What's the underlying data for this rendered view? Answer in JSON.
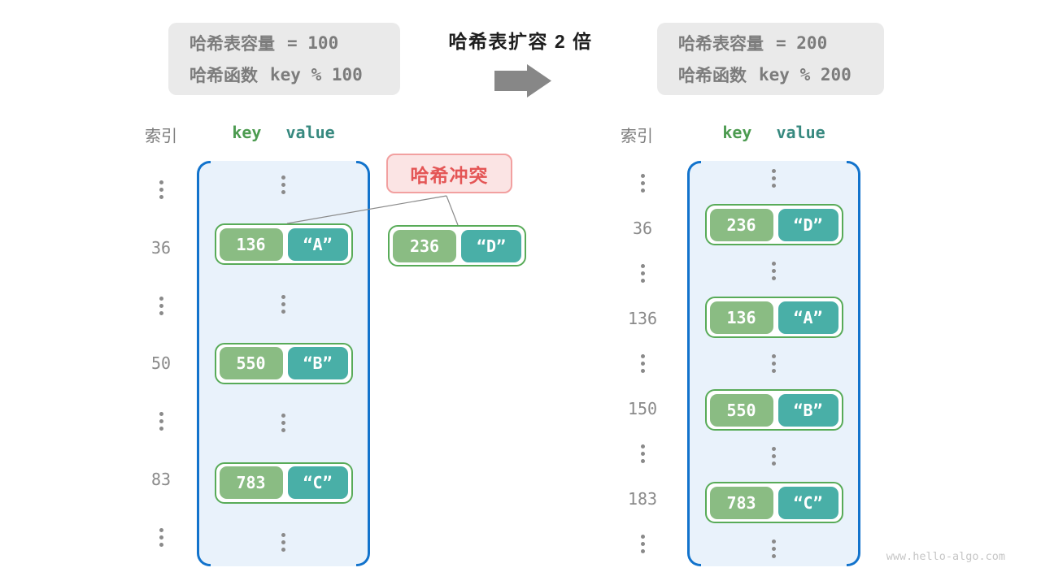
{
  "transform": {
    "title": "哈希表扩容 2 倍"
  },
  "collision": {
    "label": "哈希冲突",
    "pair": {
      "key": "236",
      "value": "“D”"
    }
  },
  "left_table": {
    "info": {
      "capacity_label": "哈希表容量",
      "capacity_value": "= 100",
      "hash_label": "哈希函数",
      "hash_value": "key % 100"
    },
    "headers": {
      "index": "索引",
      "key": "key",
      "value": "value"
    },
    "indices": [
      "36",
      "50",
      "83"
    ],
    "pairs": [
      {
        "key": "136",
        "value": "“A”"
      },
      {
        "key": "550",
        "value": "“B”"
      },
      {
        "key": "783",
        "value": "“C”"
      }
    ]
  },
  "right_table": {
    "info": {
      "capacity_label": "哈希表容量",
      "capacity_value": "= 200",
      "hash_label": "哈希函数",
      "hash_value": "key % 200"
    },
    "headers": {
      "index": "索引",
      "key": "key",
      "value": "value"
    },
    "indices": [
      "36",
      "136",
      "150",
      "183"
    ],
    "pairs": [
      {
        "key": "236",
        "value": "“D”"
      },
      {
        "key": "136",
        "value": "“A”"
      },
      {
        "key": "550",
        "value": "“B”"
      },
      {
        "key": "783",
        "value": "“C”"
      }
    ]
  },
  "watermark": "www.hello-algo.com",
  "colors": {
    "key_fill": "#8ABC83",
    "value_fill": "#49AFA7",
    "pair_border": "#58AB58",
    "container_border": "#1273CC",
    "container_fill": "#E9F2FB",
    "collision_text": "#E45555",
    "collision_bg": "#FBE4E4",
    "collision_border": "#F2A0A0",
    "info_bg": "#EAEAEA",
    "gray_text": "#8A8A8A",
    "arrow": "#878787",
    "watermark": "#C6C6C6"
  }
}
